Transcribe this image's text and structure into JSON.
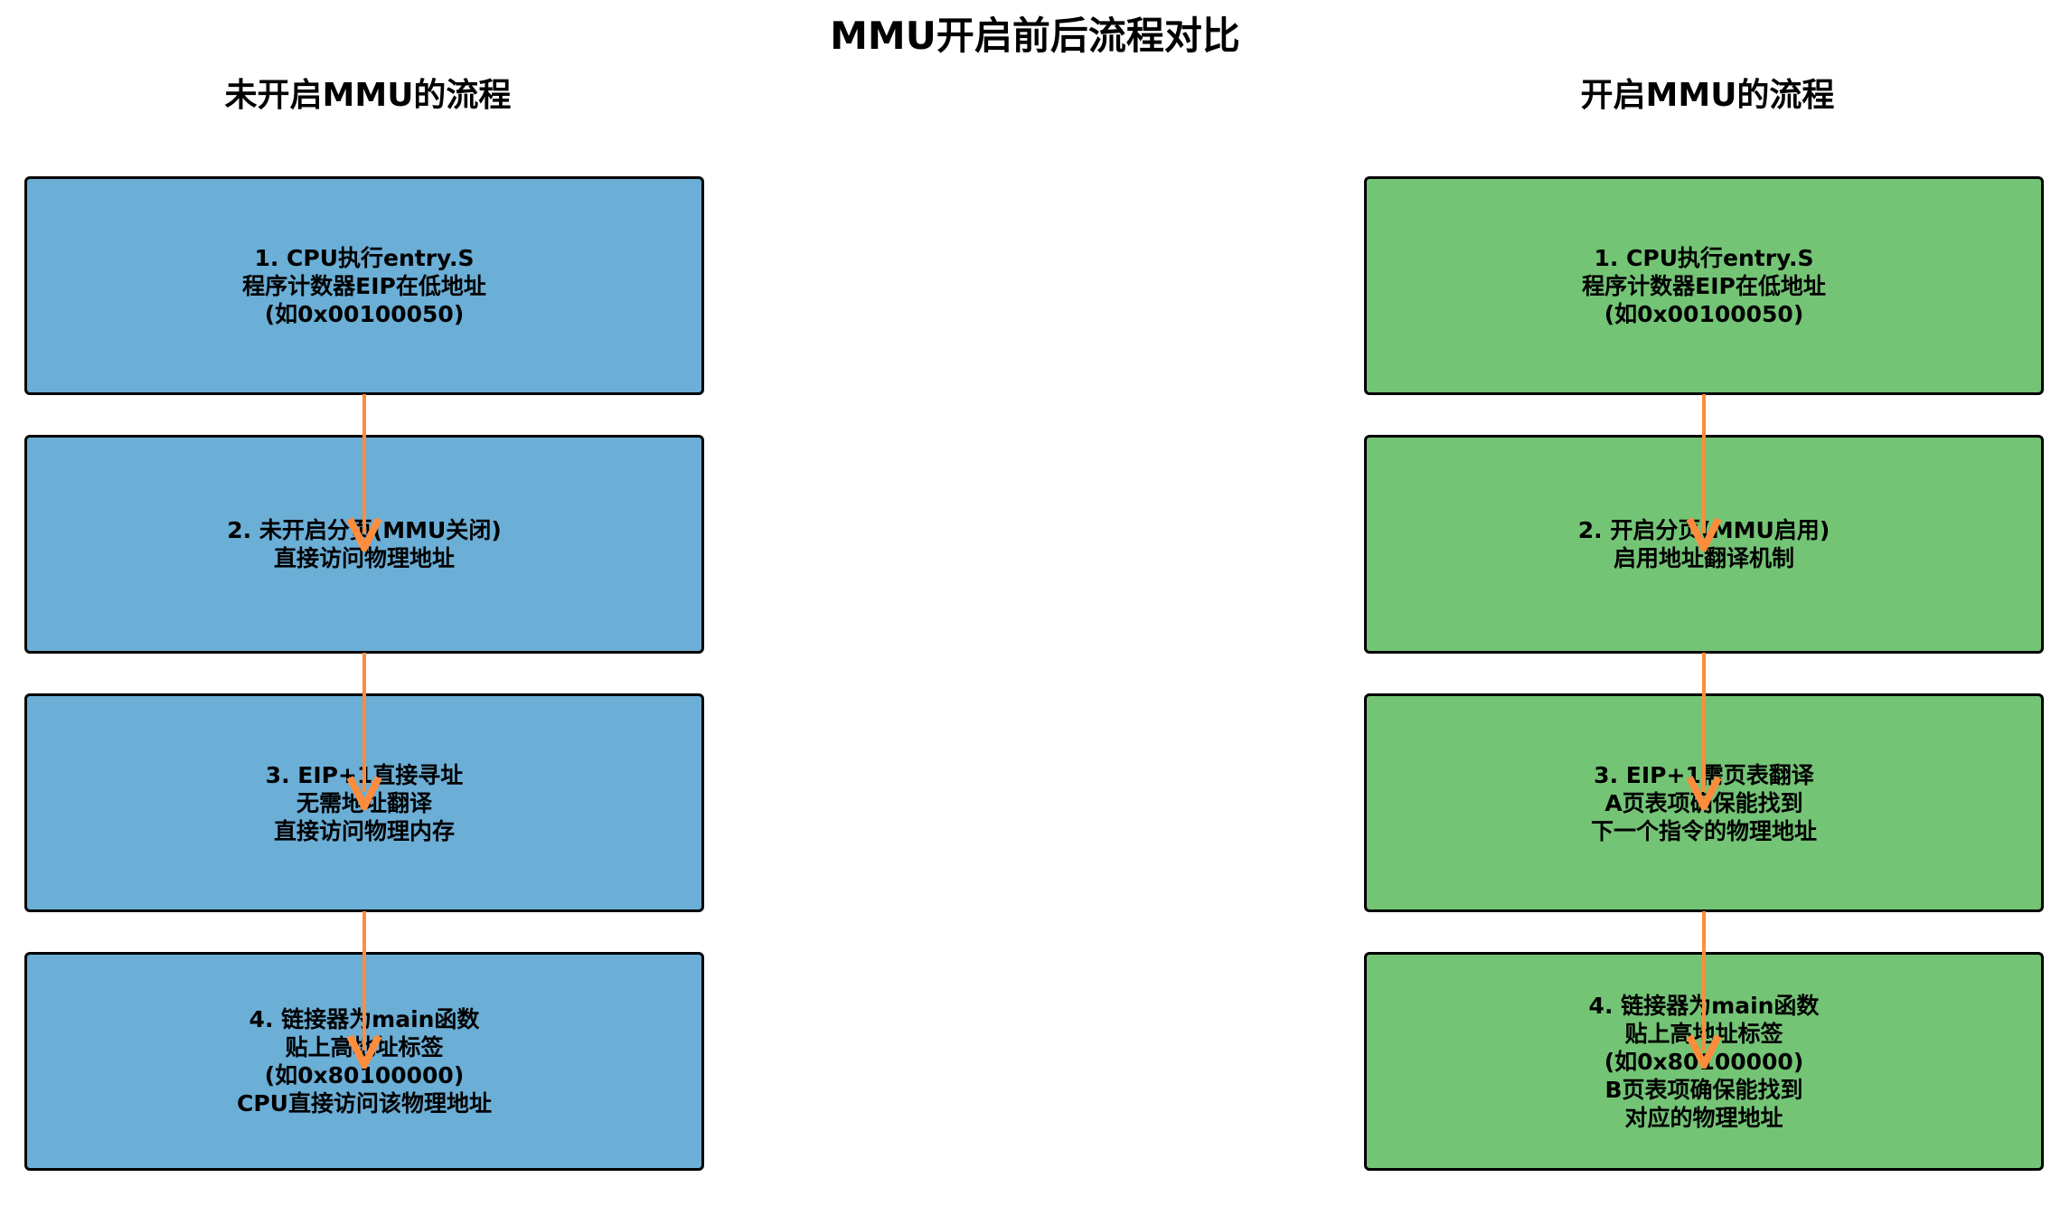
{
  "title": "MMU开启前后流程对比",
  "left": {
    "title": "未开启MMU的流程",
    "color": "#6baed6",
    "steps": [
      "1. CPU执行entry.S\n程序计数器EIP在低地址\n(如0x00100050)",
      "2. 未开启分页(MMU关闭)\n直接访问物理地址",
      "3. EIP+1直接寻址\n无需地址翻译\n直接访问物理内存",
      "4. 链接器为main函数\n贴上高地址标签\n(如0x80100000)\nCPU直接访问该物理地址"
    ]
  },
  "right": {
    "title": "开启MMU的流程",
    "color": "#74c476",
    "steps": [
      "1. CPU执行entry.S\n程序计数器EIP在低地址\n(如0x00100050)",
      "2. 开启分页(MMU启用)\n启用地址翻译机制",
      "3. EIP+1需页表翻译\nA页表项确保能找到\n下一个指令的物理地址",
      "4. 链接器为main函数\n贴上高地址标签\n(如0x80100000)\nB页表项确保能找到\n对应的物理地址"
    ]
  },
  "arrow_color": "#fd8d3c"
}
